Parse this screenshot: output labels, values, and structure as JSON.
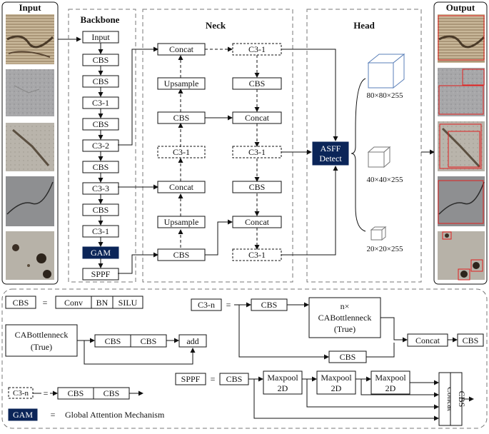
{
  "panels": {
    "input": "Input",
    "backbone": "Backbone",
    "neck": "Neck",
    "head": "Head",
    "output": "Output"
  },
  "backbone": [
    "Input",
    "CBS",
    "CBS",
    "C3-1",
    "CBS",
    "C3-2",
    "CBS",
    "C3-3",
    "CBS",
    "C3-1",
    "GAM",
    "SPPF"
  ],
  "neck_left": [
    "Concat",
    "Upsample",
    "CBS",
    "C3-1",
    "Concat",
    "Upsample",
    "CBS"
  ],
  "neck_right": [
    "C3-1",
    "CBS",
    "Concat",
    "C3-1",
    "CBS",
    "Concat",
    "C3-1"
  ],
  "head": {
    "detect_line1": "ASFF",
    "detect_line2": "Detect",
    "scales": [
      "80×80×255",
      "40×40×255",
      "20×20×255"
    ]
  },
  "legend": {
    "cbs": "CBS",
    "eq": "=",
    "cbs_parts": [
      "Conv",
      "BN",
      "SILU"
    ],
    "c3n": "C3-n",
    "c3n_cbs_top": "CBS",
    "c3n_bottleneck": [
      "n×",
      "CABottlenneck",
      "(True)"
    ],
    "c3n_cbs_bottom": "CBS",
    "c3n_concat": "Concat",
    "c3n_out": "CBS",
    "cab_line1": "CABottlenneck",
    "cab_line2": "(True)",
    "cab_cbs1": "CBS",
    "cab_cbs2": "CBS",
    "cab_add": "add",
    "sppf": "SPPF",
    "sppf_cbs": "CBS",
    "maxpool": [
      "Maxpool",
      "2D"
    ],
    "sppf_concat": "Concat",
    "sppf_out": "CBS",
    "c3n_dashed": "C3-n",
    "c3n_dashed_cbs": [
      "CBS",
      "CBS"
    ],
    "gam": "GAM",
    "gam_text": "Global Attention Mechanism"
  },
  "colors": {
    "navy": "#0b2558",
    "detection_box": "#e02020"
  }
}
